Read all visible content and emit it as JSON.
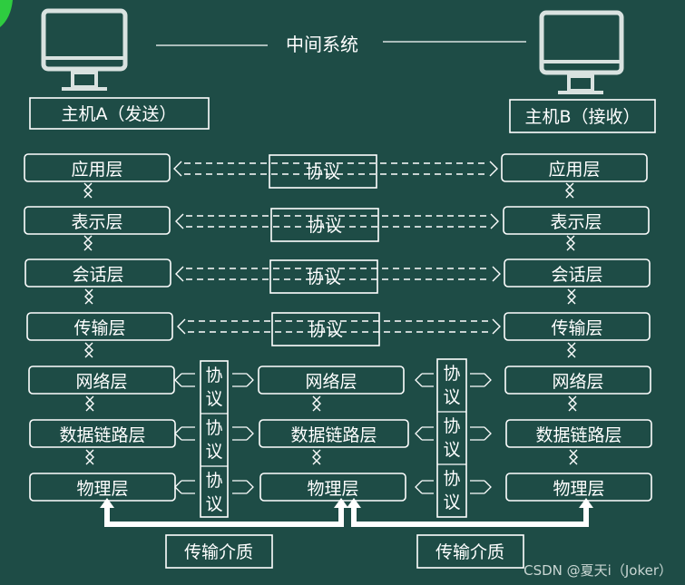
{
  "title": "中间系统",
  "host_a": {
    "label": "主机A（发送）"
  },
  "host_b": {
    "label": "主机B（接收）"
  },
  "layers": [
    "应用层",
    "表示层",
    "会话层",
    "传输层",
    "网络层",
    "数据链路层",
    "物理层"
  ],
  "intermediate_layers": [
    "网络层",
    "数据链路层",
    "物理层"
  ],
  "protocol_label": "协议",
  "protocol_vertical": [
    "协",
    "议"
  ],
  "medium_label": "传输介质",
  "watermark": "CSDN @夏天i（Joker）",
  "colors": {
    "background": "#1e4c46",
    "foreground": "#ffffff",
    "accent": "#2ecc40"
  },
  "icons": [
    "monitor-icon",
    "monitor-icon"
  ]
}
